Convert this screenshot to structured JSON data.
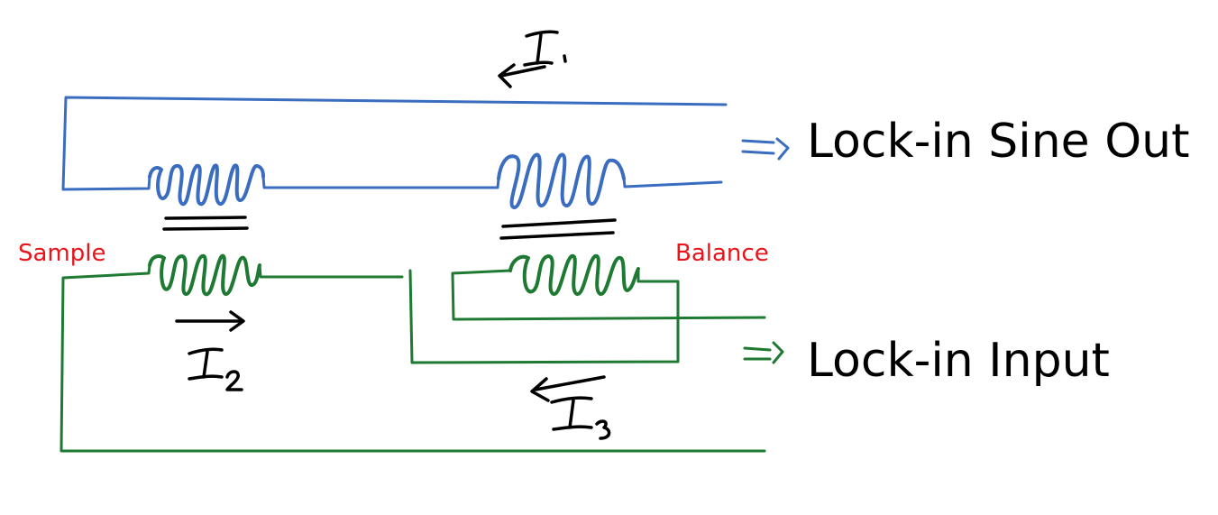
{
  "labels": {
    "sine_out": "Lock-in Sine Out",
    "input": "Lock-in Input",
    "sample": "Sample",
    "balance": "Balance"
  },
  "currents": {
    "i1": "I",
    "i1_sub": "1",
    "i2": "I",
    "i2_sub": "2",
    "i3": "I",
    "i3_sub": "3"
  },
  "colors": {
    "primary_wire": "#3a6dbf",
    "secondary_wire": "#1e7a32",
    "label_red": "#e8141a",
    "ink": "#000000"
  }
}
